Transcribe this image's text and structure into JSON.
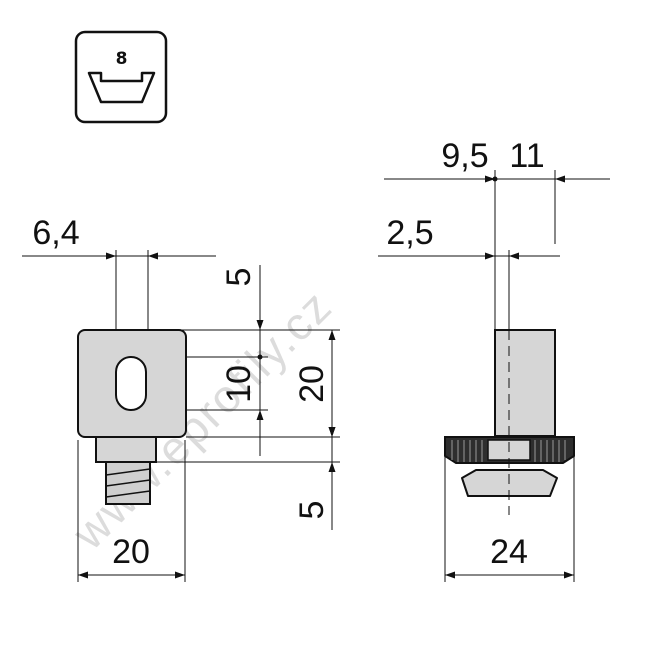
{
  "profile_badge": {
    "slot_size": "8"
  },
  "watermark": "www.eprofily.cz",
  "colors": {
    "part_fill": "#d6d6d6",
    "dark_part": "#2e2e2e",
    "line": "#111111",
    "watermark": "#dcdcdc"
  },
  "front_view": {
    "dim_hole_width": "6,4",
    "dim_top": "5",
    "dim_hole_height": "10",
    "dim_body_height": "20",
    "dim_bottom": "5",
    "dim_width": "20"
  },
  "side_view": {
    "dim_axis_offset": "9,5",
    "dim_right": "11",
    "dim_pin_width": "2,5",
    "dim_width": "24"
  }
}
